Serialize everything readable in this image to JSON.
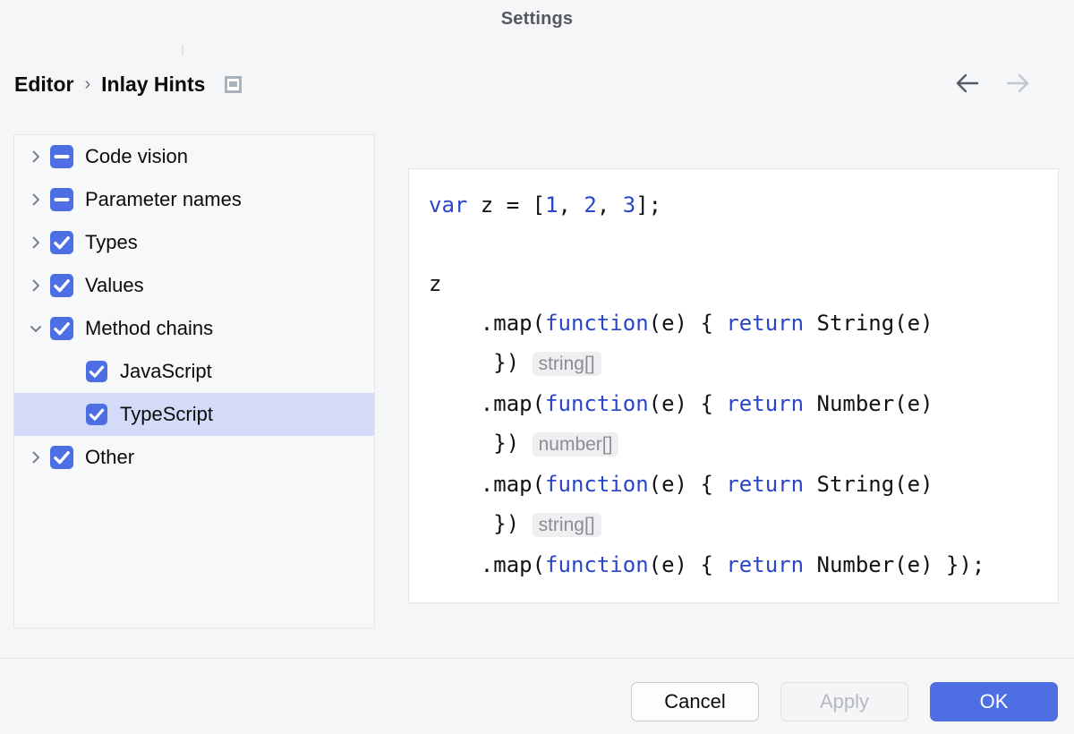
{
  "window": {
    "title": "Settings"
  },
  "breadcrumb": {
    "root": "Editor",
    "separator": "›",
    "current": "Inlay Hints",
    "badge_icon": "preview-panel-icon"
  },
  "nav": {
    "back_icon": "arrow-left-icon",
    "forward_icon": "arrow-right-icon",
    "back_enabled": "enabled",
    "forward_enabled": "disabled"
  },
  "tree": {
    "items": [
      {
        "label": "Code vision",
        "state": "indeterminate",
        "twisty": "collapsed",
        "level": 0,
        "selected": false
      },
      {
        "label": "Parameter names",
        "state": "indeterminate",
        "twisty": "collapsed",
        "level": 0,
        "selected": false
      },
      {
        "label": "Types",
        "state": "checked",
        "twisty": "collapsed",
        "level": 0,
        "selected": false
      },
      {
        "label": "Values",
        "state": "checked",
        "twisty": "collapsed",
        "level": 0,
        "selected": false
      },
      {
        "label": "Method chains",
        "state": "checked",
        "twisty": "expanded",
        "level": 0,
        "selected": false
      },
      {
        "label": "JavaScript",
        "state": "checked",
        "twisty": "none",
        "level": 1,
        "selected": false
      },
      {
        "label": "TypeScript",
        "state": "checked",
        "twisty": "none",
        "level": 1,
        "selected": true
      },
      {
        "label": "Other",
        "state": "checked",
        "twisty": "collapsed",
        "level": 0,
        "selected": false
      }
    ]
  },
  "preview": {
    "lines": [
      [
        {
          "t": "var",
          "c": "kw"
        },
        {
          "t": " z = [",
          "c": ""
        },
        {
          "t": "1",
          "c": "num"
        },
        {
          "t": ", ",
          "c": ""
        },
        {
          "t": "2",
          "c": "num"
        },
        {
          "t": ", ",
          "c": ""
        },
        {
          "t": "3",
          "c": "num"
        },
        {
          "t": "];",
          "c": ""
        }
      ],
      [],
      [
        {
          "t": "z",
          "c": ""
        }
      ],
      [
        {
          "t": "    .map(",
          "c": ""
        },
        {
          "t": "function",
          "c": "kw"
        },
        {
          "t": "(e) { ",
          "c": ""
        },
        {
          "t": "return",
          "c": "kw"
        },
        {
          "t": " String(e)",
          "c": ""
        }
      ],
      [
        {
          "t": "     }) ",
          "c": ""
        },
        {
          "t": "string[]",
          "c": "hint"
        }
      ],
      [
        {
          "t": "    .map(",
          "c": ""
        },
        {
          "t": "function",
          "c": "kw"
        },
        {
          "t": "(e) { ",
          "c": ""
        },
        {
          "t": "return",
          "c": "kw"
        },
        {
          "t": " Number(e)",
          "c": ""
        }
      ],
      [
        {
          "t": "     }) ",
          "c": ""
        },
        {
          "t": "number[]",
          "c": "hint"
        }
      ],
      [
        {
          "t": "    .map(",
          "c": ""
        },
        {
          "t": "function",
          "c": "kw"
        },
        {
          "t": "(e) { ",
          "c": ""
        },
        {
          "t": "return",
          "c": "kw"
        },
        {
          "t": " String(e)",
          "c": ""
        }
      ],
      [
        {
          "t": "     }) ",
          "c": ""
        },
        {
          "t": "string[]",
          "c": "hint"
        }
      ],
      [
        {
          "t": "    .map(",
          "c": ""
        },
        {
          "t": "function",
          "c": "kw"
        },
        {
          "t": "(e) { ",
          "c": ""
        },
        {
          "t": "return",
          "c": "kw"
        },
        {
          "t": " Number(e) });",
          "c": ""
        }
      ]
    ]
  },
  "footer": {
    "cancel_label": "Cancel",
    "apply_label": "Apply",
    "apply_state": "disabled",
    "ok_label": "OK"
  },
  "colors": {
    "accent": "#4d6fe3",
    "selection": "#d3dbf8",
    "keyword": "#2b45c8",
    "hint_text": "#8b8d93",
    "hint_bg": "#eeeff1",
    "background": "#f5f6f8",
    "panel_border": "#e3e5e9"
  }
}
